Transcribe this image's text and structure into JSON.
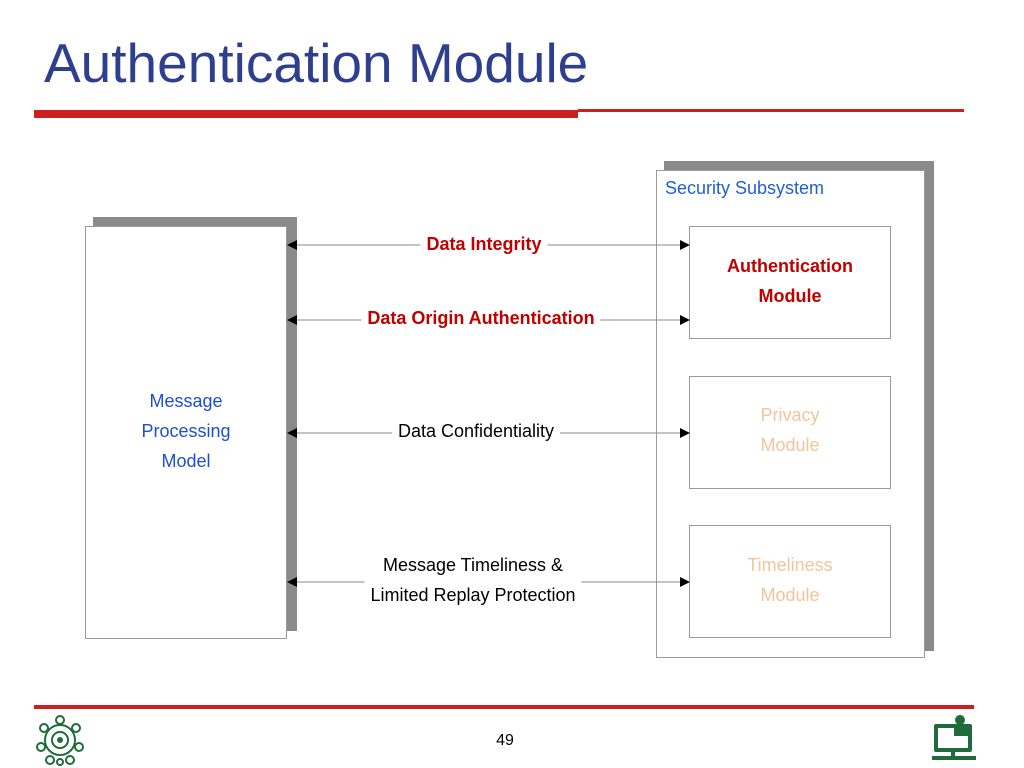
{
  "slide": {
    "title": "Authentication Module",
    "page_number": "49"
  },
  "diagram": {
    "message_processing_model": {
      "lines": [
        "Message",
        "Processing",
        "Model"
      ]
    },
    "security_subsystem": {
      "label": "Security Subsystem",
      "modules": [
        {
          "lines": [
            "Authentication",
            "Module"
          ],
          "state": "active"
        },
        {
          "lines": [
            "Privacy",
            "Module"
          ],
          "state": "dimmed"
        },
        {
          "lines": [
            "Timeliness",
            "Module"
          ],
          "state": "dimmed"
        }
      ]
    },
    "connections": [
      {
        "lines": [
          "Data Integrity"
        ],
        "state": "active"
      },
      {
        "lines": [
          "Data Origin Authentication"
        ],
        "state": "active"
      },
      {
        "lines": [
          "Data Confidentiality"
        ],
        "state": "normal"
      },
      {
        "lines": [
          "Message Timeliness &",
          "Limited Replay Protection"
        ],
        "state": "normal"
      }
    ],
    "colors": {
      "title": "#2e3f8f",
      "accent_rule": "#cc1f1f",
      "active_text": "#c00000",
      "dimmed_text": "#f4c49a",
      "model_text": "#1f4fd0",
      "subsystem_label": "#1f5fd8"
    }
  },
  "footer": {
    "left_logo_icon": "university-emblem-icon",
    "right_logo_icon": "computer-user-icon"
  }
}
